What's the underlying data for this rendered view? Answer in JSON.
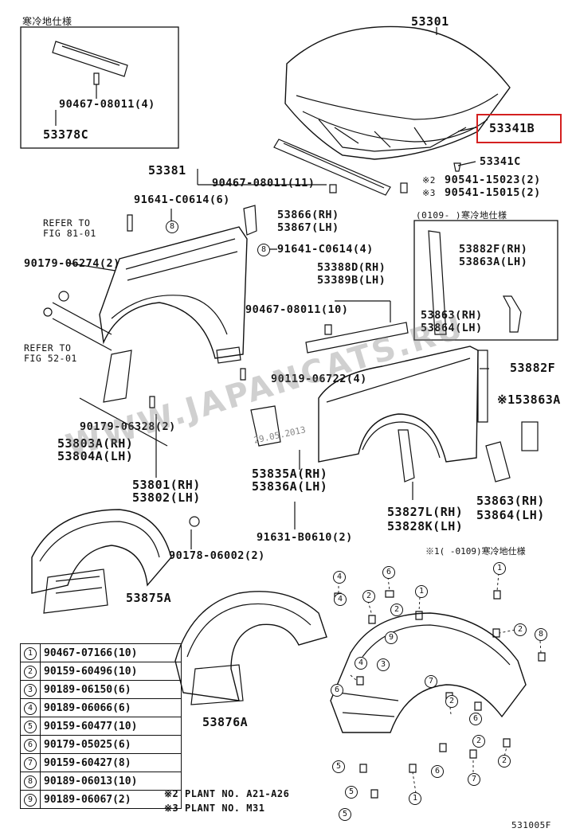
{
  "labels": {
    "hood": "53301",
    "hood_seal": "53341B",
    "hood_cushion": "53341C",
    "clip_90541_2": "90541-15023(2)",
    "clip_90541_3": "90541-15015(2)",
    "mark2": "※2",
    "mark3": "※3",
    "seal_53381": "53381",
    "clip_90467_11": "90467-08011(11)",
    "bolt_91641_6": "91641-C0614(6)",
    "bracket_rh": "53866(RH)",
    "bracket_lh": "53867(LH)",
    "bolt_91641_4": "91641-C0614(4)",
    "seal_rh": "53388D(RH)",
    "seal_lh": "53389B(LH)",
    "refer81a": "REFER TO",
    "refer81b": "FIG 81-01",
    "nut_90179_2": "90179-06274(2)",
    "clip_90467_10": "90467-08011(10)",
    "refer52a": "REFER TO",
    "refer52b": "FIG 52-01",
    "screw_90119": "90119-06722(4)",
    "nut_90179_6328": "90179-06328(2)",
    "brace_rh": "53803A(RH)",
    "brace_lh": "53804A(LH)",
    "fender_rh": "53801(RH)",
    "fender_lh": "53802(LH)",
    "brk_rh": "53835A(RH)",
    "brk_lh": "53836A(LH)",
    "bolt_91631": "91631-B0610(2)",
    "mud_rh": "53827L(RH)",
    "mud_lh": "53828K(LH)",
    "nut_90178": "90178-06002(2)",
    "liner_a": "53875A",
    "liner_b": "53876A",
    "seal_53882f": "53882F",
    "mark1": "※1",
    "part_53863a": "53863A",
    "low_rh": "53863(RH)",
    "low_lh": "53864(LH)",
    "cold_top": "寒冷地仕様",
    "clip_top": "90467-08011(4)",
    "part_53378c": "53378C",
    "cold_box_title": "(0109-   )寒冷地仕様",
    "box_rh": "53882F(RH)",
    "box_lh": "53863A(LH)",
    "box_low_rh": "53863(RH)",
    "box_low_lh": "53864(LH)",
    "cold_note": "※1(  -0109)寒冷地仕様",
    "plant2": "※2 PLANT  NO.  A21-A26",
    "plant3": "※3 PLANT  NO.  M31",
    "fig_code": "531005F",
    "watermark": "WWW.JAPANCATS.RU",
    "date_stamp": "29.05.2013"
  },
  "legend": [
    {
      "n": "1",
      "part": "90467-07166(10)"
    },
    {
      "n": "2",
      "part": "90159-60496(10)"
    },
    {
      "n": "3",
      "part": "90189-06150(6)"
    },
    {
      "n": "4",
      "part": "90189-06066(6)"
    },
    {
      "n": "5",
      "part": "90159-60477(10)"
    },
    {
      "n": "6",
      "part": "90179-05025(6)"
    },
    {
      "n": "7",
      "part": "90159-60427(8)"
    },
    {
      "n": "8",
      "part": "90189-06013(10)"
    },
    {
      "n": "9",
      "part": "90189-06067(2)"
    }
  ],
  "callouts": [
    "8",
    "8",
    "4",
    "6",
    "2",
    "4",
    "1",
    "2",
    "9",
    "4",
    "3",
    "2",
    "7",
    "6",
    "1",
    "2",
    "8",
    "5",
    "5",
    "1",
    "5",
    "6",
    "7",
    "6",
    "2",
    "2"
  ]
}
